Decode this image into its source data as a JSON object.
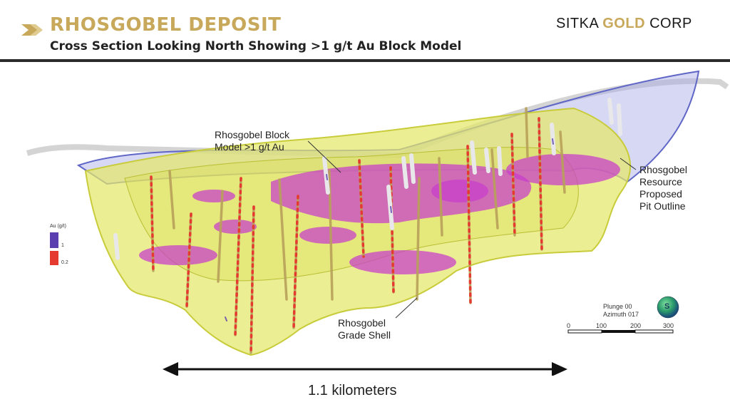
{
  "header": {
    "title": "RHOSGOBEL DEPOSIT",
    "subtitle": "Cross Section Looking North Showing >1 g/t Au Block Model",
    "logo": {
      "part1": "SITKA ",
      "part2": "GOLD",
      "part3": " CORP"
    }
  },
  "labels": {
    "block_model": [
      "Rhosgobel Block",
      "Model >1 g/t Au"
    ],
    "pit_outline": [
      "Rhosgobel",
      "Resource",
      "Proposed",
      "Pit Outline"
    ],
    "grade_shell": [
      "Rhosgobel",
      "Grade Shell"
    ]
  },
  "legend": {
    "title": "Au (g/t)",
    "items": [
      {
        "label": "1",
        "color": "#5b3fb0"
      },
      {
        "label": "0.2",
        "color": "#e53a2f"
      }
    ]
  },
  "orientation": {
    "plunge": "Plunge 00",
    "azimuth": "Azimuth 017",
    "icon_letter": "S"
  },
  "scale_bar": {
    "ticks": [
      "0",
      "100",
      "200",
      "300"
    ]
  },
  "distance": {
    "label": "1.1 kilometers"
  },
  "colors": {
    "gold": "#c8a85a",
    "grade_shell": "#e4e86a",
    "block_model": "#c83ccc",
    "pit": "#8f96d6"
  }
}
